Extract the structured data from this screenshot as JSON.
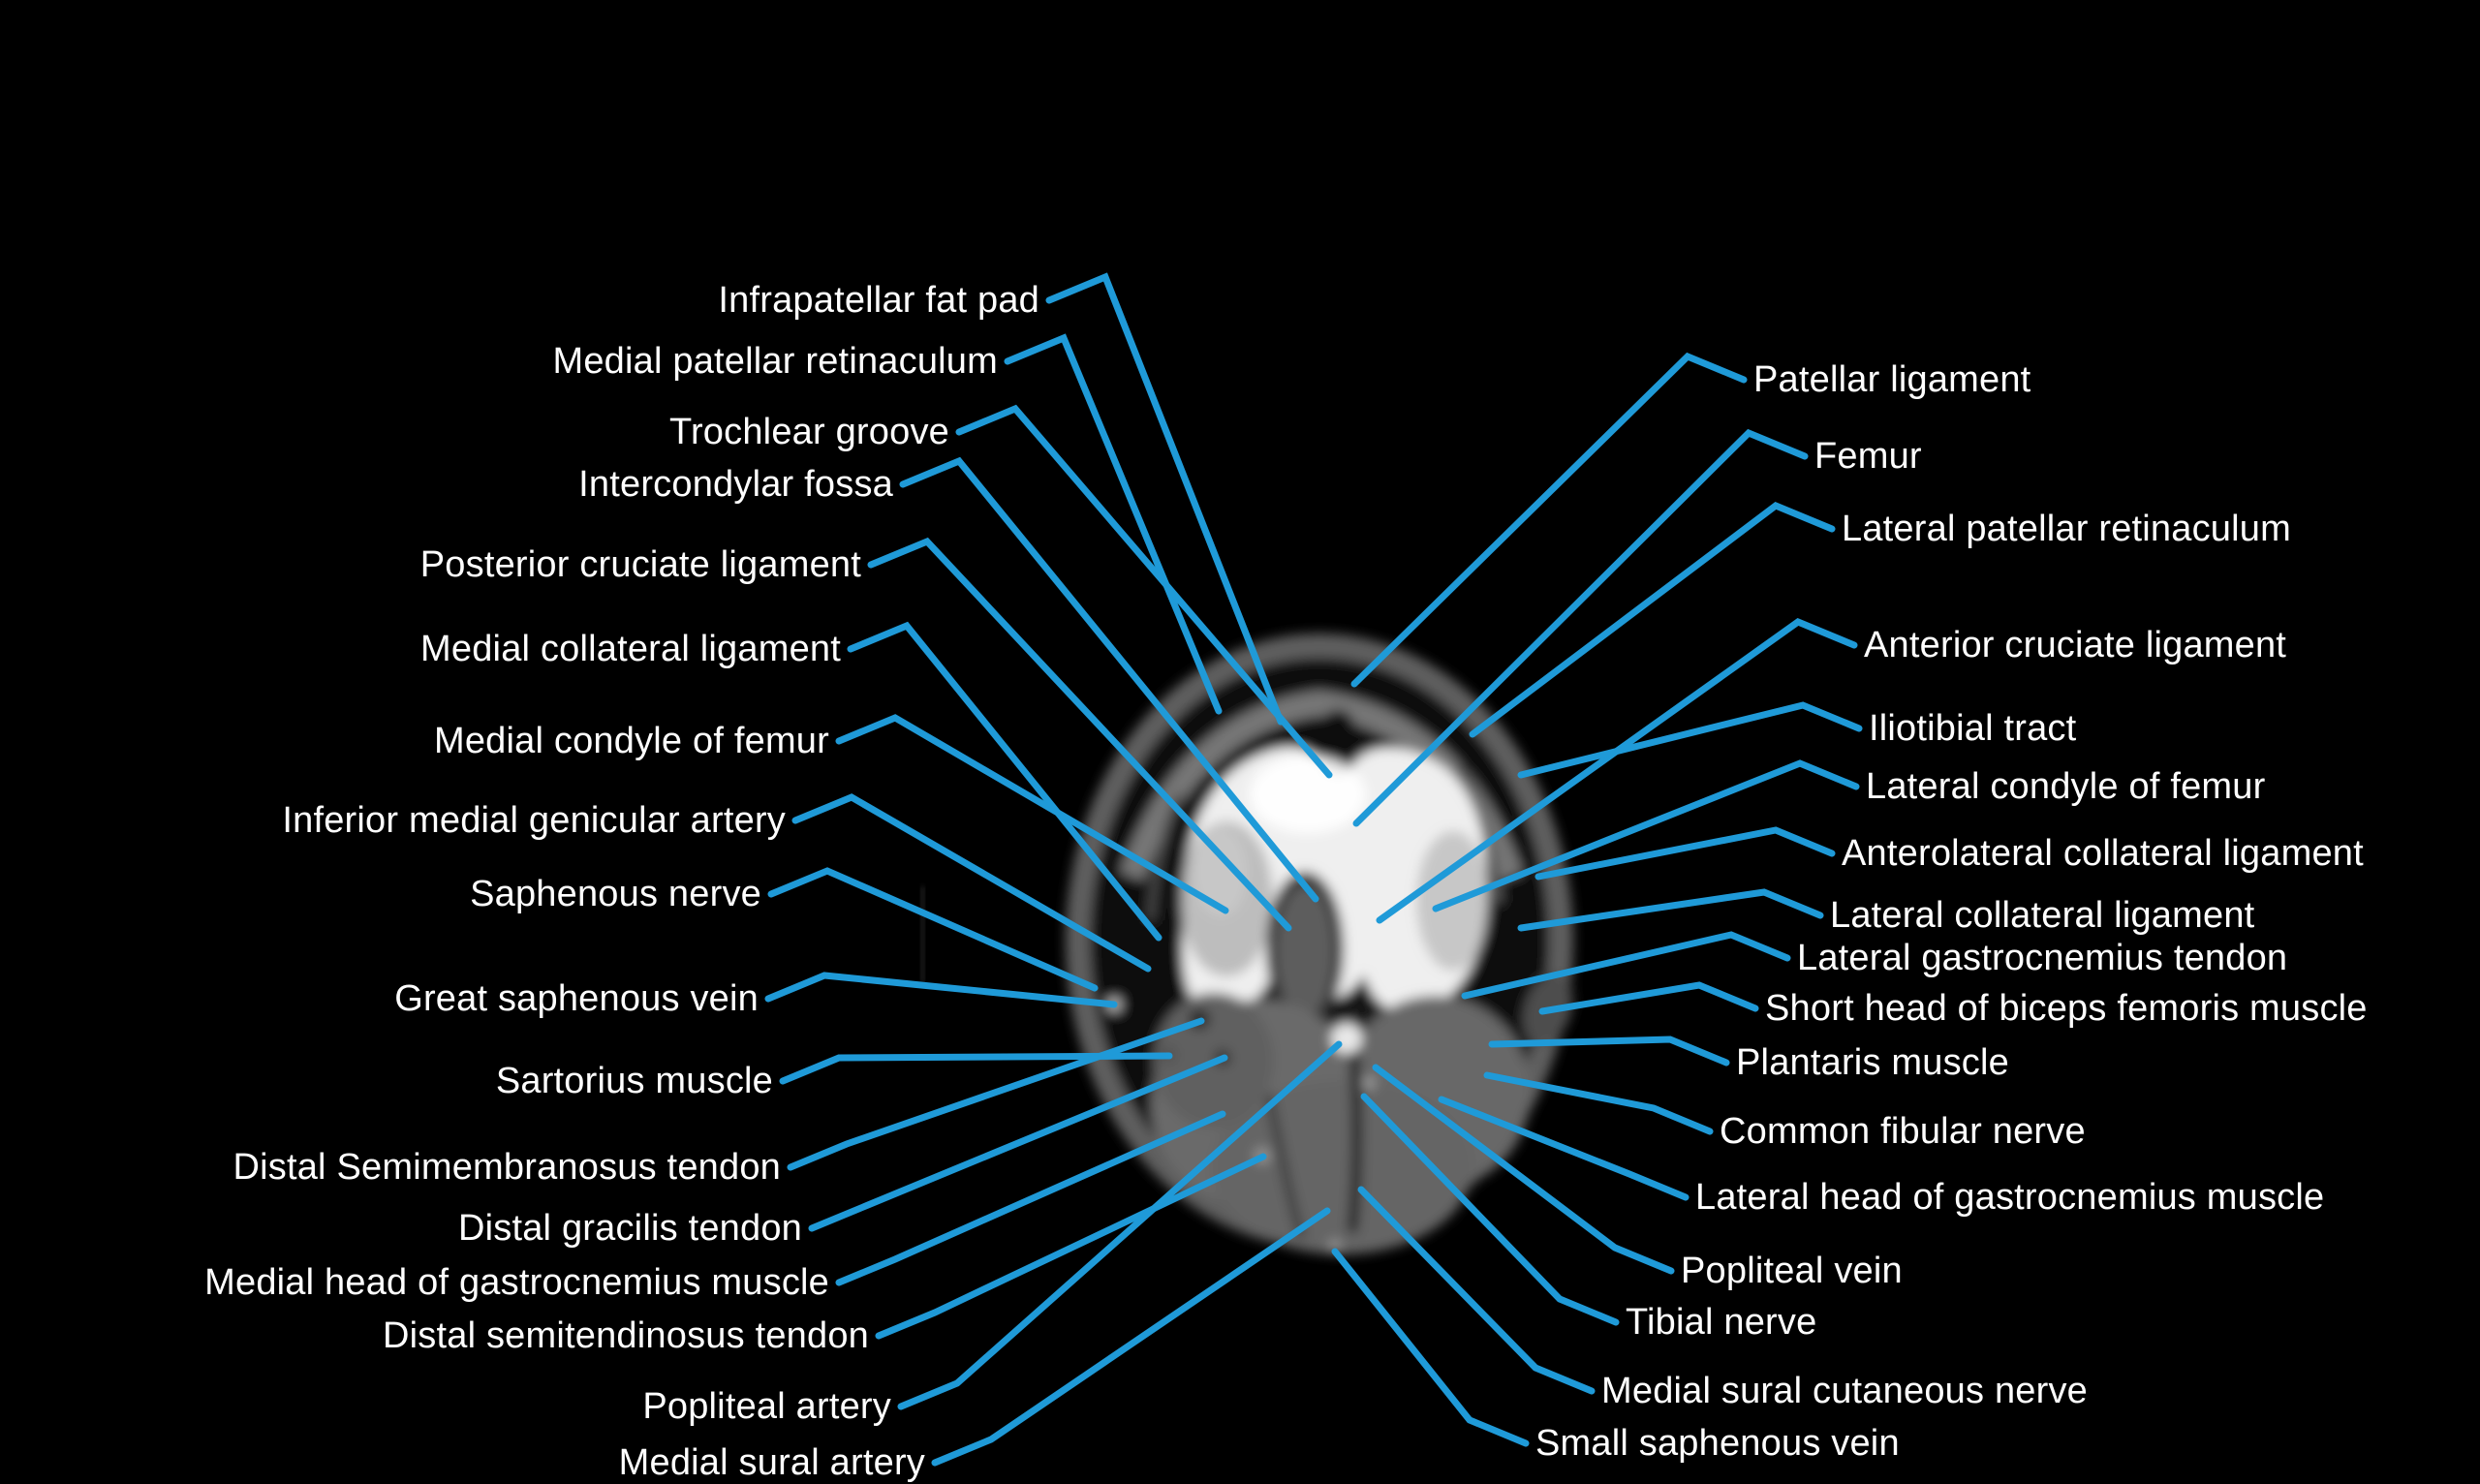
{
  "diagram": {
    "alt": "Axial MRI cross-section of the knee with labeled anatomical structures",
    "colors": {
      "background": "#000000",
      "label_text": "#ffffff",
      "leader_line": "#1f9ad8"
    },
    "labels": {
      "left": [
        "Infrapatellar fat pad",
        "Medial patellar retinaculum",
        "Trochlear groove",
        "Intercondylar fossa",
        "Posterior cruciate ligament",
        "Medial collateral ligament",
        "Medial condyle of femur",
        "Inferior medial genicular artery",
        "Saphenous nerve",
        "Great saphenous vein",
        "Sartorius muscle",
        "Distal Semimembranosus tendon",
        "Distal gracilis tendon",
        "Medial head of gastrocnemius muscle",
        "Distal semitendinosus tendon",
        "Popliteal artery",
        "Medial sural artery"
      ],
      "right": [
        "Patellar ligament",
        "Femur",
        "Lateral patellar retinaculum",
        "Anterior cruciate ligament",
        "Iliotibial tract",
        "Lateral condyle of femur",
        "Anterolateral collateral ligament",
        "Lateral collateral ligament",
        "Lateral gastrocnemius tendon",
        "Short head of biceps femoris muscle",
        "Plantaris muscle",
        "Common fibular nerve",
        "Lateral head of gastrocnemius muscle",
        "Popliteal vein",
        "Tibial nerve",
        "Medial sural cutaneous nerve",
        "Small saphenous vein"
      ]
    }
  }
}
